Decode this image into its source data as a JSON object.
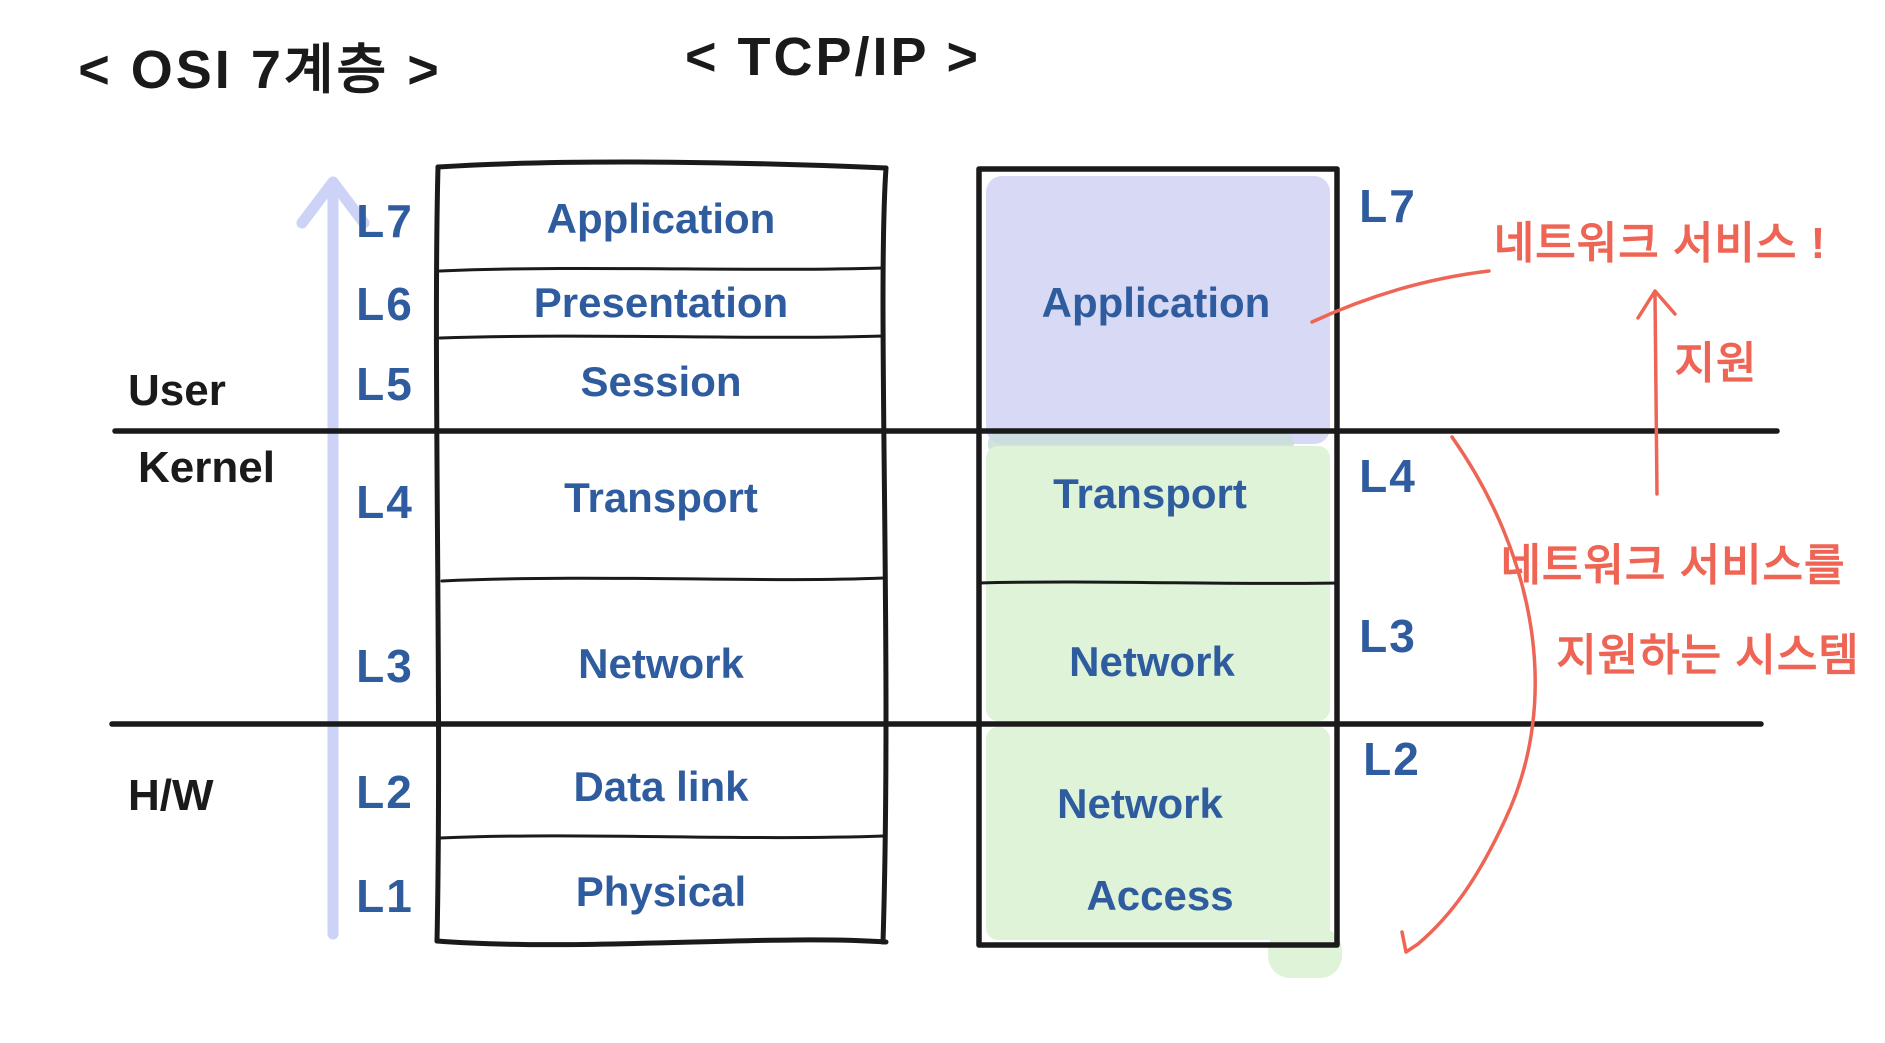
{
  "titles": {
    "osi": "< OSI 7계층 >",
    "tcpip": "< TCP/IP >"
  },
  "zones": {
    "user": "User",
    "kernel": "Kernel",
    "hw": "H/W"
  },
  "osi": {
    "layers": [
      {
        "id": "L7",
        "name": "Application"
      },
      {
        "id": "L6",
        "name": "Presentation"
      },
      {
        "id": "L5",
        "name": "Session"
      },
      {
        "id": "L4",
        "name": "Transport"
      },
      {
        "id": "L3",
        "name": "Network"
      },
      {
        "id": "L2",
        "name": "Data link"
      },
      {
        "id": "L1",
        "name": "Physical"
      }
    ]
  },
  "tcpip": {
    "layers": [
      {
        "label": "L7",
        "name": "Application",
        "highlight": "purple"
      },
      {
        "label": "L4",
        "name": "Transport",
        "highlight": "green"
      },
      {
        "label": "L3",
        "name": "Network",
        "highlight": "green"
      },
      {
        "label": "L2",
        "name": "Network Access",
        "name_lines": [
          "Network",
          "Access"
        ],
        "highlight": "green"
      }
    ]
  },
  "annotations": {
    "network_service": "네트워크 서비스 !",
    "support": "지원",
    "system_line1": "네트워크 서비스를",
    "system_line2": "지원하는 시스템"
  },
  "colors": {
    "ink_black": "#1a1a1a",
    "ink_blue": "#2e5c9e",
    "ink_red": "#ee6555",
    "highlight_purple": "#d8d9f4",
    "highlight_green": "#def3d8",
    "overlap_teal": "#c9ddd8",
    "arrow_lavender": "#ccd3f7"
  }
}
